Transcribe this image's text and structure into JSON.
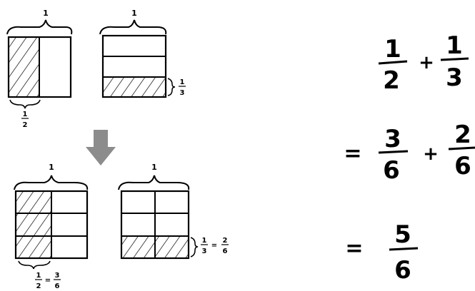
{
  "diagram": {
    "arrow_color": "#8c8c8c",
    "top_left": {
      "brace_label": "1",
      "bottom_label_num": "1",
      "bottom_label_den": "2"
    },
    "top_right": {
      "brace_label": "1",
      "side_label_num": "1",
      "side_label_den": "3"
    },
    "bottom_left": {
      "brace_label": "1",
      "bottom_label": {
        "lhs_num": "1",
        "lhs_den": "2",
        "eq": "=",
        "rhs_num": "3",
        "rhs_den": "6"
      }
    },
    "bottom_right": {
      "brace_label": "1",
      "side_label": {
        "lhs_num": "1",
        "lhs_den": "3",
        "eq": "=",
        "rhs_num": "2",
        "rhs_den": "6"
      }
    }
  },
  "equations": {
    "line1": {
      "a_num": "1",
      "a_den": "2",
      "op": "+",
      "b_num": "1",
      "b_den": "3"
    },
    "line2": {
      "eq": "=",
      "a_num": "3",
      "a_den": "6",
      "op": "+",
      "b_num": "2",
      "b_den": "6"
    },
    "line3": {
      "eq": "=",
      "num": "5",
      "den": "6"
    }
  }
}
